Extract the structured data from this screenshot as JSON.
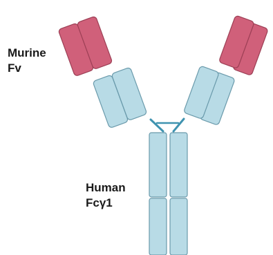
{
  "labels": {
    "variable_region": {
      "line1": "Murine",
      "line2": "Fv"
    },
    "constant_region": {
      "line1": "Human",
      "line2": "Fcγ1"
    }
  },
  "colors": {
    "variable_domain_fill": "#d0607a",
    "variable_domain_stroke": "#9c3f55",
    "constant_domain_fill": "#b8dbe6",
    "constant_domain_stroke": "#6a9aab",
    "hinge": "#3f93b0"
  }
}
